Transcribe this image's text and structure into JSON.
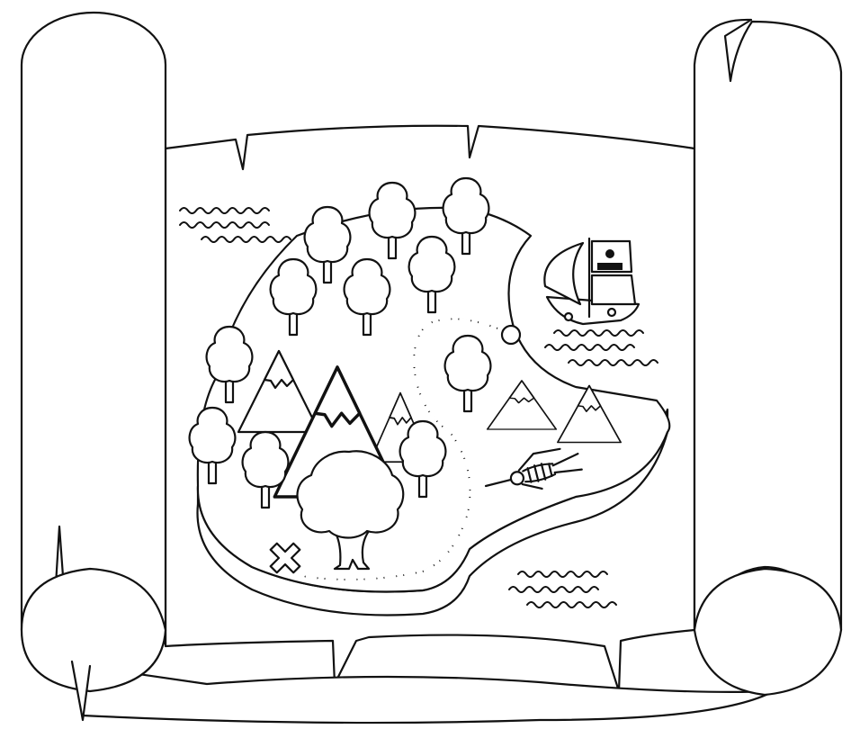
{
  "colors": {
    "line": "#111111",
    "paper": "#ffffff"
  },
  "icons": [
    "scroll-frame",
    "island",
    "tree-icon",
    "mountain-icon",
    "pirate-ship-icon",
    "skeleton-icon",
    "x-mark-icon",
    "wave-icon",
    "dashed-path"
  ]
}
